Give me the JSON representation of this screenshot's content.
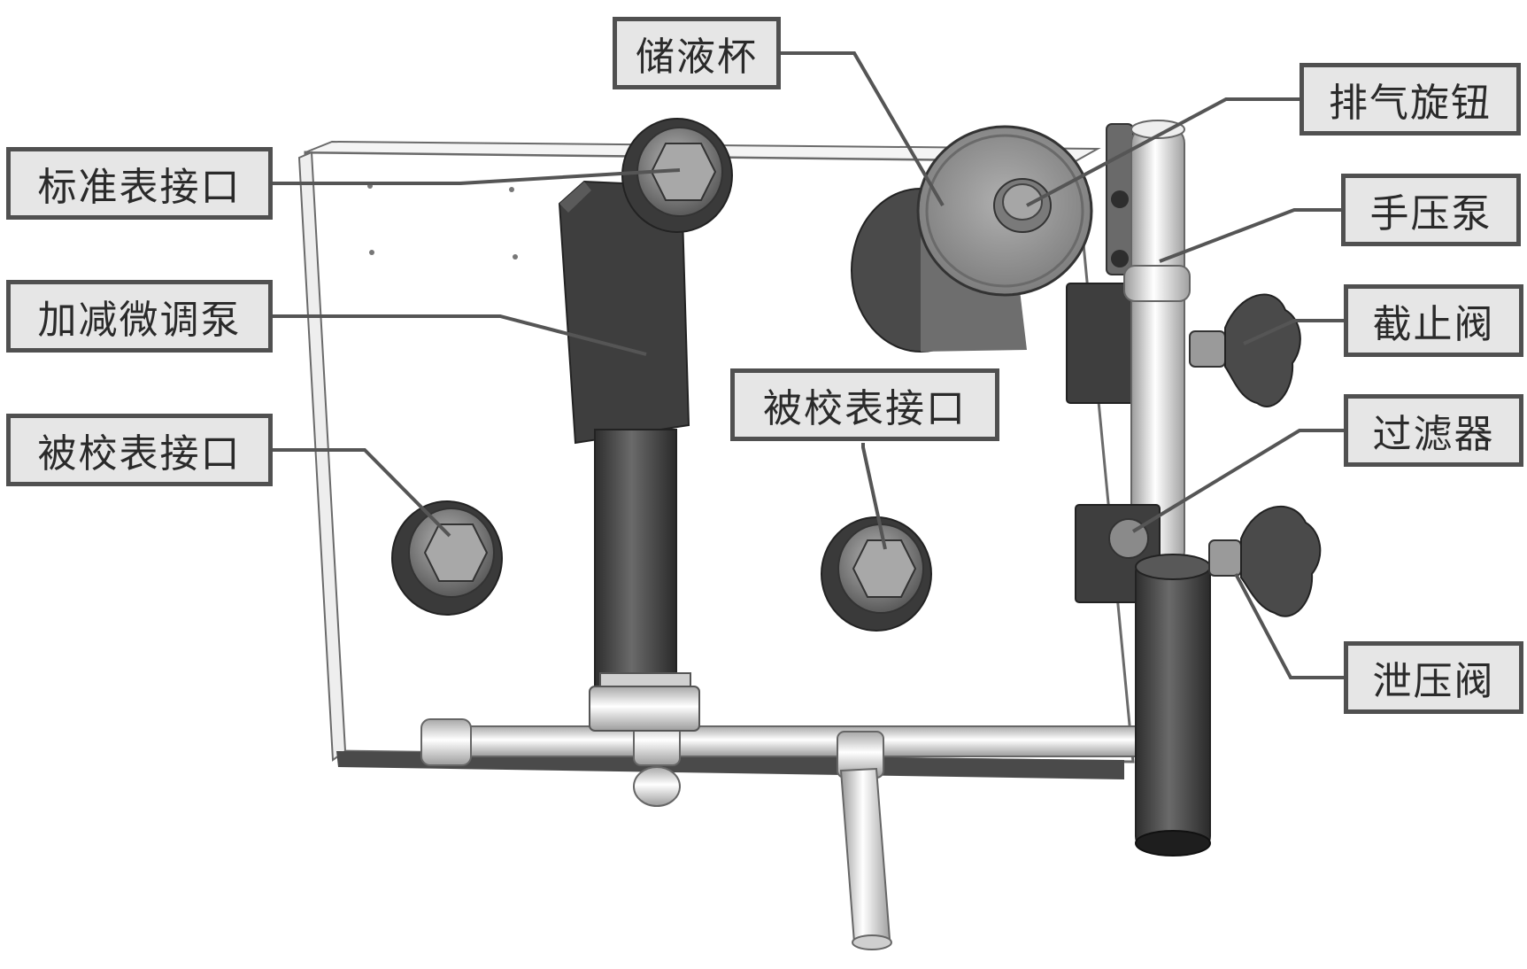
{
  "labels": {
    "reservoir_cup": "储液杯",
    "vent_knob": "排气旋钮",
    "standard_gauge_port": "标准表接口",
    "hand_pump": "手压泵",
    "fine_adjust_pump": "加减微调泵",
    "shutoff_valve": "截止阀",
    "test_gauge_port_center": "被校表接口",
    "filter": "过滤器",
    "test_gauge_port_left": "被校表接口",
    "relief_valve": "泄压阀"
  },
  "colors": {
    "callout_fill": "#e6e6e6",
    "callout_border": "#505050",
    "leader_line": "#555555",
    "metal_dark": "#4a4a4a",
    "metal_mid": "#8a8a8a",
    "metal_light": "#d8d8d8"
  }
}
